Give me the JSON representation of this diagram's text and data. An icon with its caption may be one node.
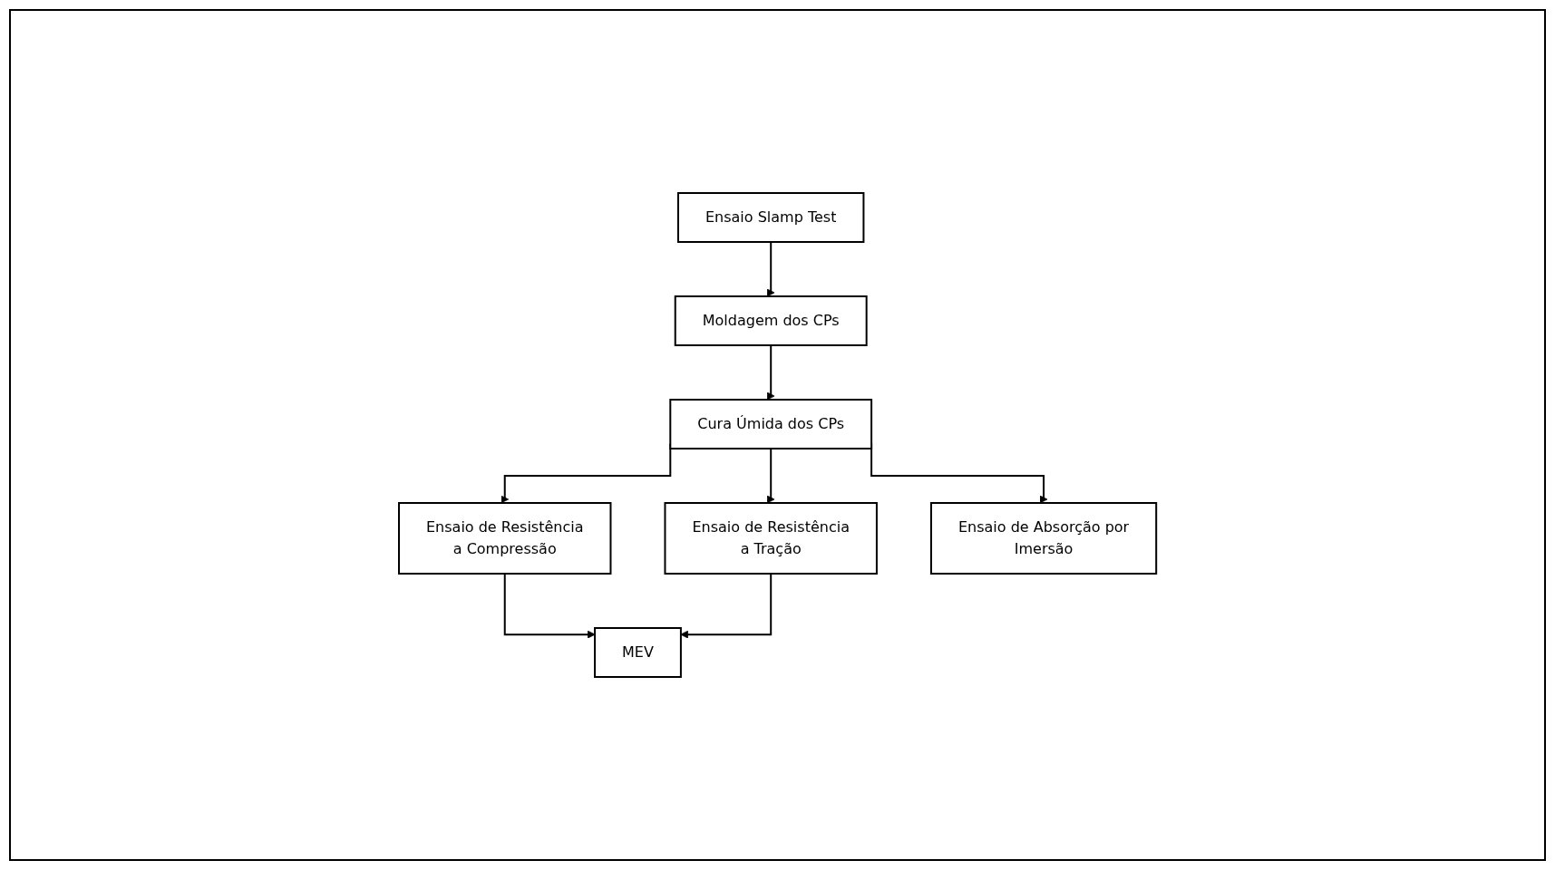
{
  "diagram": {
    "nodes": [
      {
        "text": [
          "Ensaio Slamp Test"
        ]
      },
      {
        "text": [
          "Moldagem dos CPs"
        ]
      },
      {
        "text": [
          "Cura Úmida dos CPs"
        ]
      },
      {
        "text": [
          "Ensaio de Resistência a Compressão"
        ]
      },
      {
        "text": [
          "Ensaio de Resistência a Tração"
        ]
      },
      {
        "text": [
          "Ensaio de Absorção por Imersão"
        ]
      },
      {
        "text": [
          "MEV"
        ]
      }
    ],
    "edges": [
      {
        "from": 0,
        "to": 1,
        "arrow": "to"
      },
      {
        "from": 1,
        "to": 2,
        "arrow": "to"
      },
      {
        "from": 2,
        "to": 3,
        "arrow": "to"
      },
      {
        "from": 2,
        "to": 4,
        "arrow": "to"
      },
      {
        "from": 2,
        "to": 5,
        "arrow": "to"
      },
      {
        "from": 3,
        "to": 6,
        "arrow": "to"
      },
      {
        "from": 4,
        "to": 6,
        "arrow": "to"
      }
    ]
  }
}
